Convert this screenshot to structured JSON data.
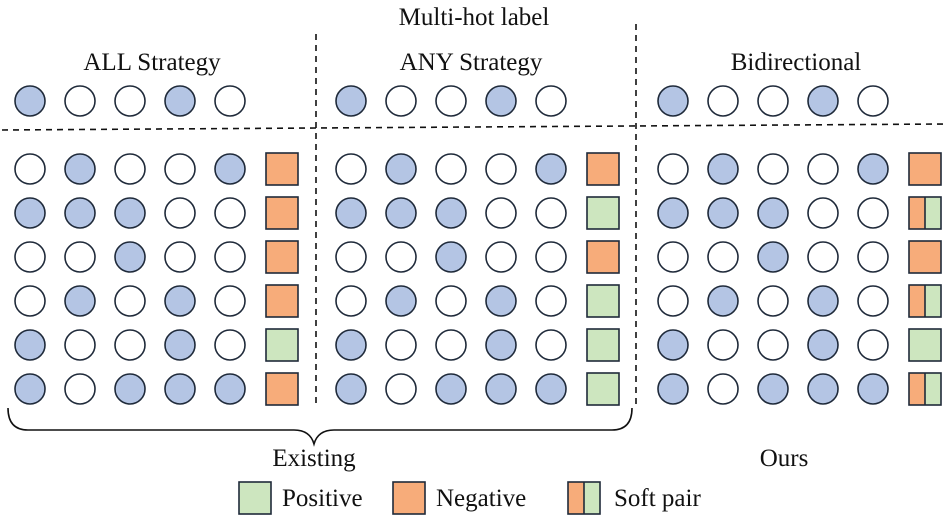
{
  "title": "Multi-hot label",
  "colors": {
    "filled": "#b4c5e4",
    "empty": "#ffffff",
    "stroke": "#1f2a3a",
    "positive": "#cde6bf",
    "negative": "#f7ac7a"
  },
  "panels": [
    {
      "id": "all",
      "title": "ALL Strategy",
      "query": [
        1,
        0,
        0,
        1,
        0
      ],
      "rows": [
        {
          "circles": [
            0,
            1,
            0,
            0,
            1
          ],
          "label": "negative"
        },
        {
          "circles": [
            1,
            1,
            1,
            0,
            0
          ],
          "label": "negative"
        },
        {
          "circles": [
            0,
            0,
            1,
            0,
            0
          ],
          "label": "negative"
        },
        {
          "circles": [
            0,
            1,
            0,
            1,
            0
          ],
          "label": "negative"
        },
        {
          "circles": [
            1,
            0,
            0,
            1,
            0
          ],
          "label": "positive"
        },
        {
          "circles": [
            1,
            0,
            1,
            1,
            1
          ],
          "label": "negative"
        }
      ]
    },
    {
      "id": "any",
      "title": "ANY Strategy",
      "query": [
        1,
        0,
        0,
        1,
        0
      ],
      "rows": [
        {
          "circles": [
            0,
            1,
            0,
            0,
            1
          ],
          "label": "negative"
        },
        {
          "circles": [
            1,
            1,
            1,
            0,
            0
          ],
          "label": "positive"
        },
        {
          "circles": [
            0,
            0,
            1,
            0,
            0
          ],
          "label": "negative"
        },
        {
          "circles": [
            0,
            1,
            0,
            1,
            0
          ],
          "label": "positive"
        },
        {
          "circles": [
            1,
            0,
            0,
            1,
            0
          ],
          "label": "positive"
        },
        {
          "circles": [
            1,
            0,
            1,
            1,
            1
          ],
          "label": "positive"
        }
      ]
    },
    {
      "id": "bidirectional",
      "title": "Bidirectional",
      "query": [
        1,
        0,
        0,
        1,
        0
      ],
      "rows": [
        {
          "circles": [
            0,
            1,
            0,
            0,
            1
          ],
          "label": "negative"
        },
        {
          "circles": [
            1,
            1,
            1,
            0,
            0
          ],
          "label": "soft"
        },
        {
          "circles": [
            0,
            0,
            1,
            0,
            0
          ],
          "label": "negative"
        },
        {
          "circles": [
            0,
            1,
            0,
            1,
            0
          ],
          "label": "soft"
        },
        {
          "circles": [
            1,
            0,
            0,
            1,
            0
          ],
          "label": "positive"
        },
        {
          "circles": [
            1,
            0,
            1,
            1,
            1
          ],
          "label": "soft"
        }
      ]
    }
  ],
  "groups": {
    "existing": "Existing",
    "ours": "Ours"
  },
  "legend": {
    "positive": "Positive",
    "negative": "Negative",
    "soft": "Soft pair"
  }
}
